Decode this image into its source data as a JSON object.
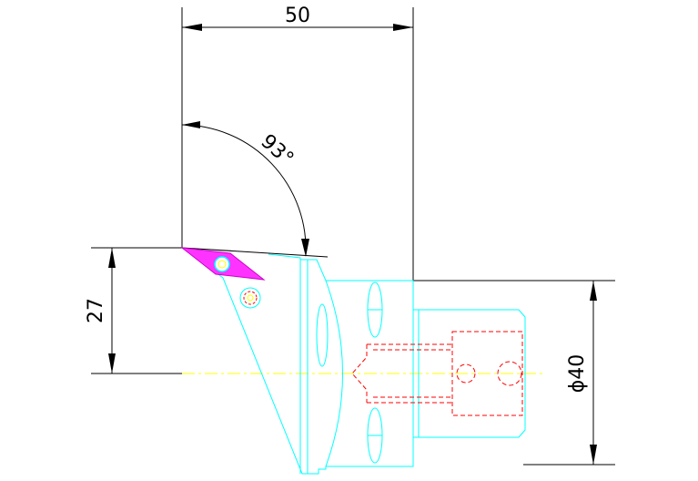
{
  "dimensions": {
    "width_label": "50",
    "angle_label": "93°",
    "height_label": "27",
    "diameter_label": "ϕ40"
  },
  "colors": {
    "body_outline": "#00ffff",
    "hidden_lines": "#ff0000",
    "center_line": "#ffff00",
    "insert_fill": "#ff33ff",
    "dimension": "#000000"
  }
}
